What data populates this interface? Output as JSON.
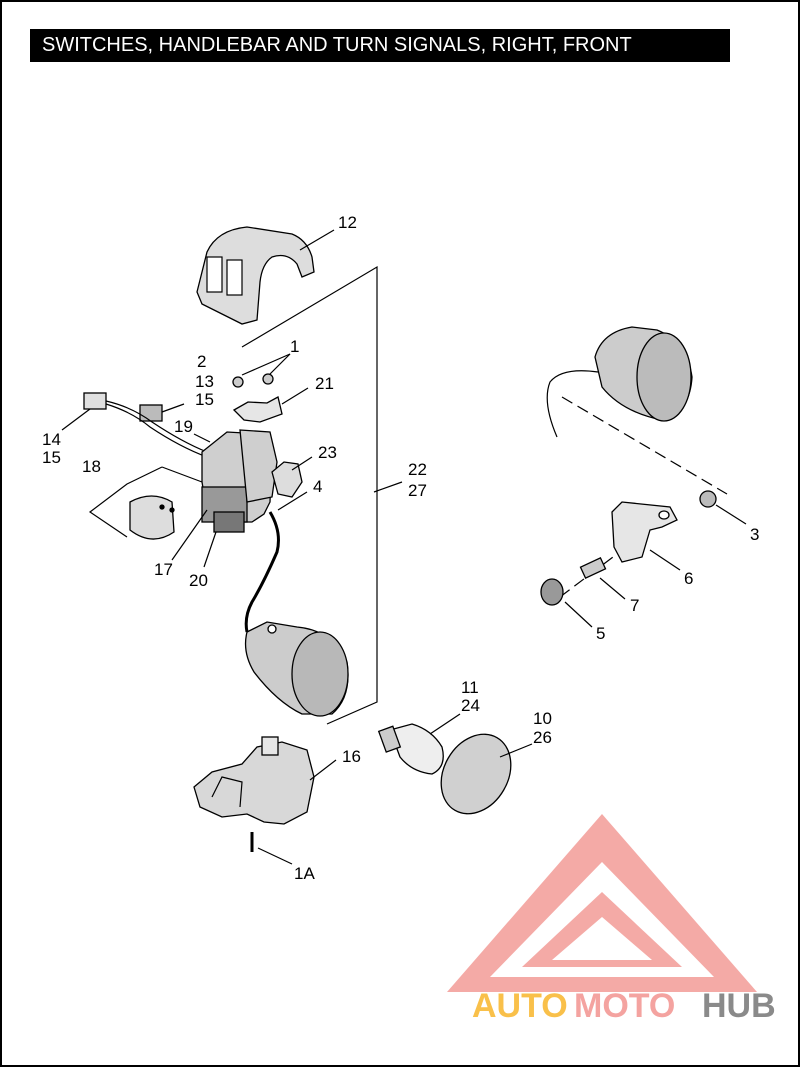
{
  "title": "SWITCHES, HANDLEBAR AND TURN SIGNALS, RIGHT, FRONT",
  "callouts": {
    "c12": "12",
    "c1": "1",
    "c2": "2",
    "c13": "13",
    "c15a": "15",
    "c21": "21",
    "c14": "14",
    "c15b": "15",
    "c19": "19",
    "c23": "23",
    "c18": "18",
    "c22": "22",
    "c27": "27",
    "c4": "4",
    "c17": "17",
    "c20": "20",
    "c3": "3",
    "c6": "6",
    "c7": "7",
    "c5": "5",
    "c11": "11",
    "c24": "24",
    "c10": "10",
    "c26": "26",
    "c16": "16",
    "c1a": "1A"
  },
  "watermark": {
    "part1": "AUTO",
    "part2": "MOTO",
    "part3": "HUB",
    "color1": "#F9C04A",
    "color2": "#F4A3A0",
    "color3": "#8A8A8A",
    "logo_color": "#F29B96"
  }
}
